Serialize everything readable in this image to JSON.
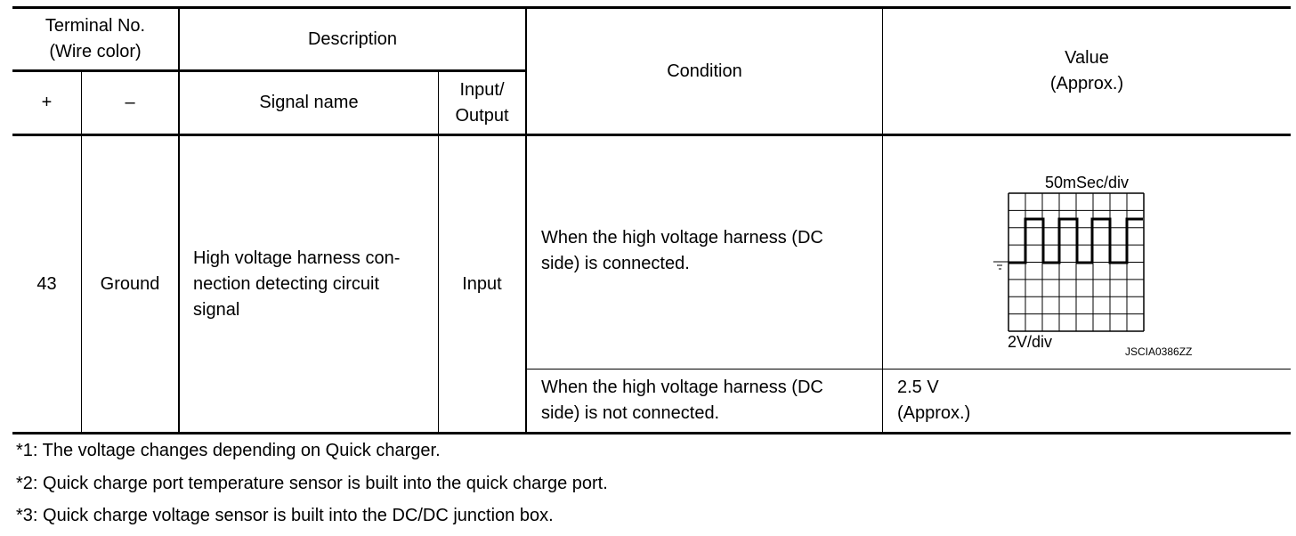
{
  "header": {
    "terminal_no": "Terminal No.\n(Wire color)",
    "description": "Description",
    "condition": "Condition",
    "value": "Value\n(Approx.)",
    "plus": "+",
    "minus": "–",
    "signal_name": "Signal name",
    "input_output": "Input/\nOutput"
  },
  "row": {
    "terminal_plus": "43",
    "terminal_minus": "Ground",
    "signal_name": "High voltage harness con-\nnection detecting circuit\nsignal",
    "io": "Input",
    "conditions": [
      {
        "condition": "When the high voltage harness (DC\nside) is connected.",
        "value_type": "waveform"
      },
      {
        "condition": "When the high voltage harness (DC\nside) is not connected.",
        "value": "2.5 V\n(Approx.)"
      }
    ]
  },
  "waveform": {
    "time_div": "50mSec/div",
    "volt_div": "2V/div",
    "code": "JSCIA0386ZZ",
    "grid_cols": 8,
    "grid_rows": 8
  },
  "footnotes": [
    "*1: The voltage changes depending on Quick charger.",
    "*2: Quick charge port temperature sensor is built into the quick charge port.",
    "*3: Quick charge voltage sensor is built into the DC/DC junction box."
  ]
}
